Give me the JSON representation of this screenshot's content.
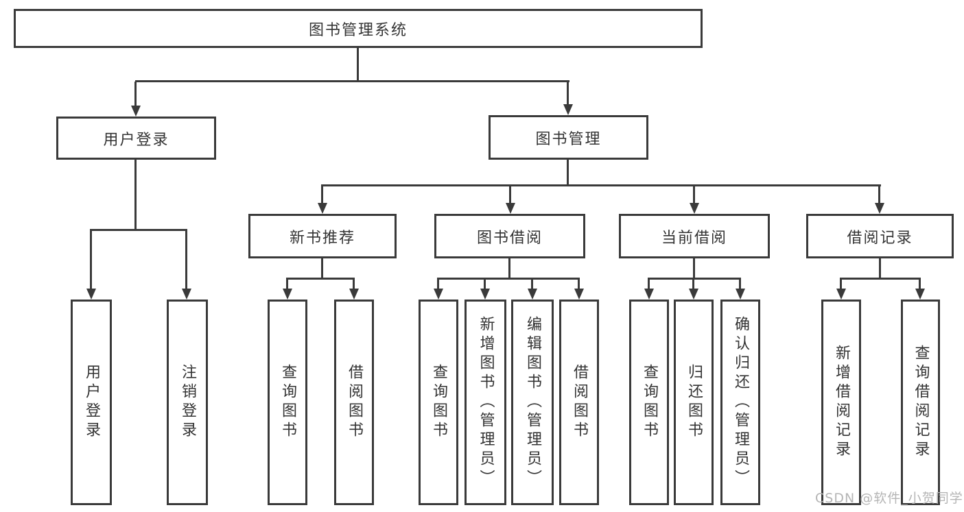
{
  "colors": {
    "line": "#3a3a3a",
    "text": "#333333",
    "background": "#ffffff",
    "watermark_text": "#b5b5b5"
  },
  "tree": {
    "label": "图书管理系统",
    "children": [
      {
        "label": "用户登录",
        "children": [
          {
            "label": "用户登录"
          },
          {
            "label": "注销登录"
          }
        ]
      },
      {
        "label": "图书管理",
        "children": [
          {
            "label": "新书推荐",
            "children": [
              {
                "label": "查询图书"
              },
              {
                "label": "借阅图书"
              }
            ]
          },
          {
            "label": "图书借阅",
            "children": [
              {
                "label": "查询图书"
              },
              {
                "label": "新增图书（管理员）"
              },
              {
                "label": "编辑图书（管理员）"
              },
              {
                "label": "借阅图书"
              }
            ]
          },
          {
            "label": "当前借阅",
            "children": [
              {
                "label": "查询图书"
              },
              {
                "label": "归还图书"
              },
              {
                "label": "确认归还（管理员）"
              }
            ]
          },
          {
            "label": "借阅记录",
            "children": [
              {
                "label": "新增借阅记录"
              },
              {
                "label": "查询借阅记录"
              }
            ]
          }
        ]
      }
    ]
  },
  "watermark": {
    "text": "CSDN @软件_小贺同学"
  }
}
